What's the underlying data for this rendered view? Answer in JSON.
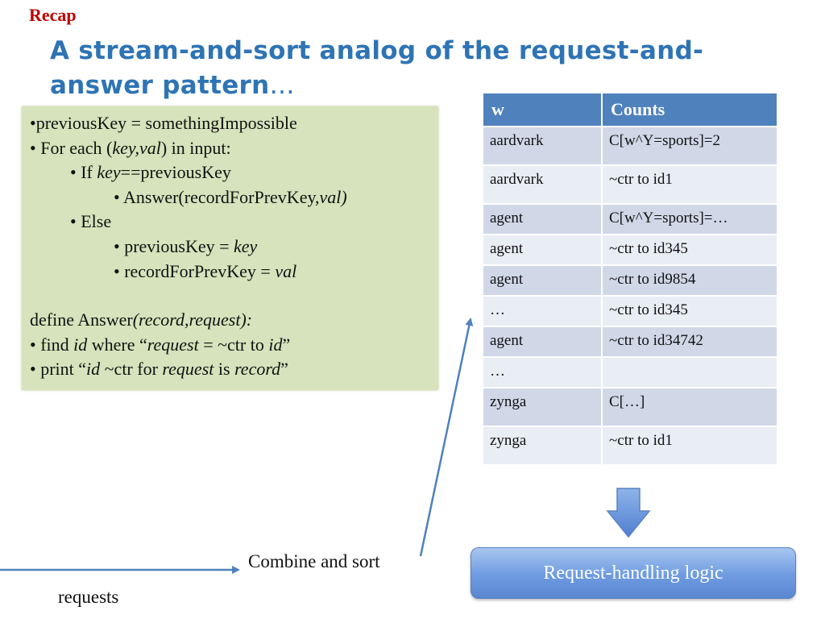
{
  "slide": {
    "recap": "Recap",
    "title_main": "A stream-and-sort analog of the request-and-answer pattern",
    "title_ellipsis": "…"
  },
  "code": {
    "l1": "•previousKey = somethingImpossible",
    "l2_a": "• For each (",
    "l2_key": "key,val",
    "l2_b": ") in input:",
    "l3_a": "• If ",
    "l3_key": "key",
    "l3_b": "==previousKey",
    "l4_a": "• Answer(recordForPrevKey,",
    "l4_val": "val)",
    "l5": "• Else",
    "l6_a": "• previousKey = ",
    "l6_key": "key",
    "l7_a": "• recordForPrevKey = ",
    "l7_val": "val",
    "l8_a": "define Answer",
    "l8_args": "(record,request):",
    "l9_a": "• find ",
    "l9_id": "id",
    "l9_b": " where “",
    "l9_req": "request",
    "l9_c": " = ~ctr to ",
    "l9_id2": "id",
    "l9_d": "”",
    "l10_a": "• print “",
    "l10_id": "id",
    "l10_b": " ~ctr for ",
    "l10_req": "request",
    "l10_c": " is ",
    "l10_rec": "record",
    "l10_d": "”"
  },
  "table": {
    "headers": [
      "w",
      "Counts"
    ],
    "rows": [
      [
        "aardvark",
        "C[w^Y=sports]=2"
      ],
      [
        "aardvark",
        "~ctr to id1"
      ],
      [
        "agent",
        "C[w^Y=sports]=…"
      ],
      [
        "agent",
        "~ctr to id345"
      ],
      [
        "agent",
        "~ctr to id9854"
      ],
      [
        "…",
        "~ctr to id345"
      ],
      [
        "agent",
        "~ctr to id34742"
      ],
      [
        "…",
        ""
      ],
      [
        "zynga",
        "C[…]"
      ],
      [
        "zynga",
        "~ctr to id1"
      ]
    ]
  },
  "labels": {
    "request_handling": "Request-handling logic",
    "combine_sort": "Combine and sort",
    "requests": "requests"
  },
  "colors": {
    "accent_title": "#2e74b5",
    "recap_red": "#c00000",
    "code_bg": "#d6e3bc",
    "table_header": "#4f81bd"
  }
}
